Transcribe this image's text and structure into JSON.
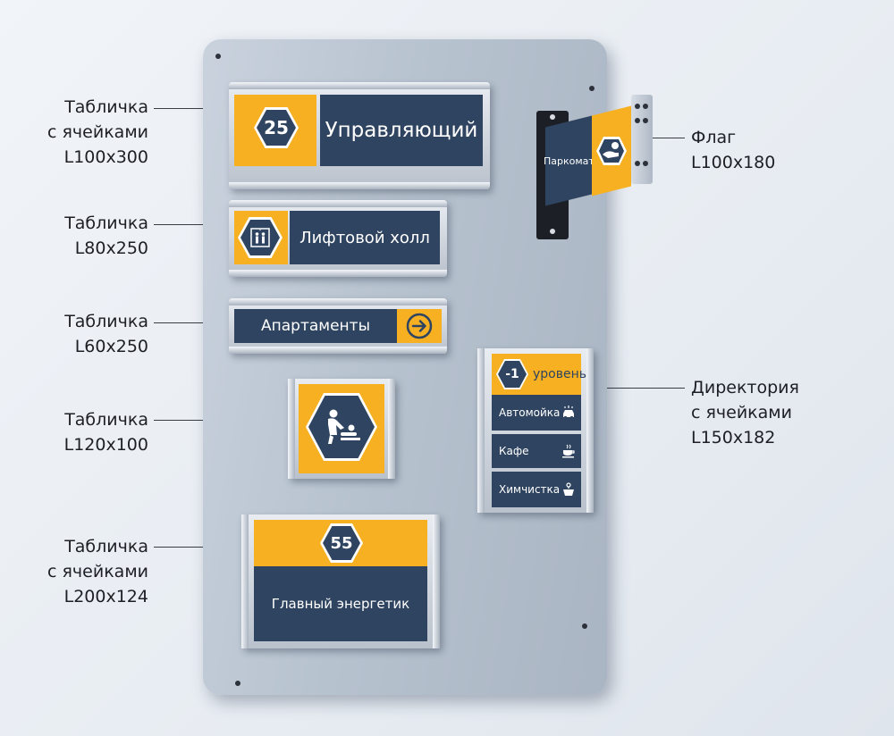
{
  "labels": [
    {
      "line1": "Табличка",
      "line2": "с ячейками",
      "line3": "L100x300"
    },
    {
      "line1": "Табличка",
      "line2": "L80x250"
    },
    {
      "line1": "Табличка",
      "line2": "L60x250"
    },
    {
      "line1": "Табличка",
      "line2": "L120x100"
    },
    {
      "line1": "Табличка",
      "line2": "с ячейками",
      "line3": "L200x124"
    },
    {
      "line1": "Флаг",
      "line2": "L100x180"
    },
    {
      "line1": "Директория",
      "line2": "с ячейками",
      "line3": "L150x182"
    }
  ],
  "signs": {
    "manager": {
      "number": "25",
      "text": "Управляющий"
    },
    "elevator": {
      "text": "Лифтовой холл",
      "icon": "elevator-icon"
    },
    "apartments": {
      "text": "Апартаменты",
      "icon": "arrow-right-icon"
    },
    "baby": {
      "icon": "baby-changing-icon"
    },
    "energetic": {
      "number": "55",
      "text": "Главный энергетик"
    },
    "flag": {
      "text": "Паркомат",
      "icon": "hand-coin-icon"
    },
    "directory": {
      "level_number": "-1",
      "level_text": "уровень",
      "items": [
        {
          "text": "Автомойка",
          "icon": "car-wash-icon"
        },
        {
          "text": "Кафе",
          "icon": "coffee-cup-icon"
        },
        {
          "text": "Химчистка",
          "icon": "dry-cleaning-icon"
        }
      ]
    }
  },
  "colors": {
    "accent": "#f6b021",
    "navy": "#2f4460",
    "text": "#1d1f24"
  }
}
